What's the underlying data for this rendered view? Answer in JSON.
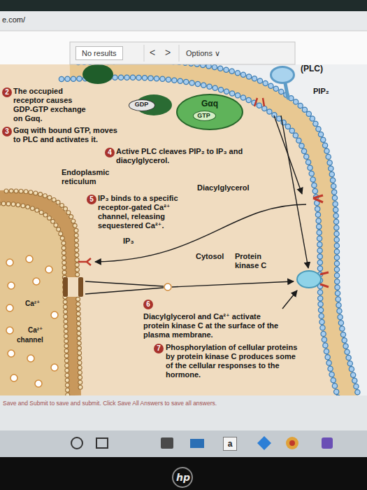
{
  "diagram": {
    "nodes": [
      {
        "text": [
          "(PLC)"
        ]
      },
      {
        "text": [
          "Gαq"
        ]
      },
      {
        "text": [
          "GTP"
        ],
        "in": 1
      },
      {
        "text": [
          "GDP"
        ]
      },
      {
        "text": [
          "Protein kinase C"
        ]
      }
    ],
    "labels": [
      "e.com/",
      "No results",
      "<",
      ">",
      "Options ∨",
      "PIP₂",
      "2",
      "The occupied receptor causes GDP-GTP exchange on Gαq.",
      "3",
      "Gαq with bound GTP, moves to PLC and activates it.",
      "4",
      "Active PLC cleaves PIP₂ to IP₃ and diacylglycerol.",
      "Endoplasmic reticulum",
      "5",
      "IP₃ binds to a specific receptor-gated Ca²⁺ channel, releasing sequestered Ca²⁺.",
      "Diacylglycerol",
      "IP₃",
      "Cytosol",
      "Ca²⁺",
      "Ca²⁺",
      "channel",
      "6",
      "Diacylglycerol and Ca²⁺ activate protein kinase C at the surface of the plasma membrane.",
      "7",
      "Phosphorylation of cellular proteins by protein kinase C produces some of the cellular responses to the hormone.",
      "Save and Submit to save and submit. Click Save All Answers to save all answers.",
      "a",
      "hp"
    ]
  }
}
